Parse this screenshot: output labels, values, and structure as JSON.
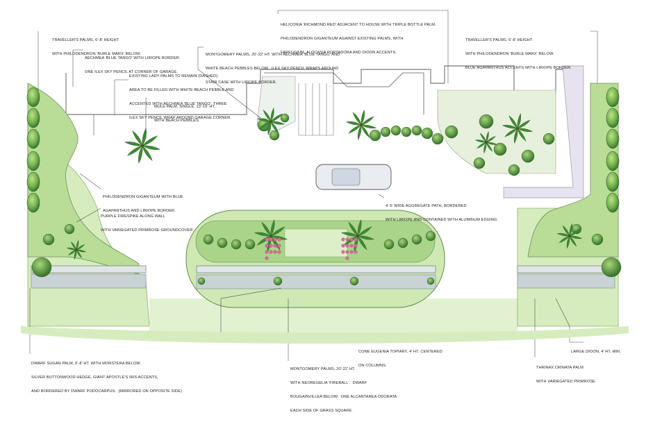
{
  "colors": {
    "lawn": "#cfe8b4",
    "lawn_light": "#e2f1cf",
    "hedge": "#6fae4a",
    "hedge_dark": "#2f6b2a",
    "palm": "#3f8a34",
    "pebble": "#eef2ee",
    "wall": "#c9d3d6",
    "bougainvillea": "#d86aa0",
    "leader": "#444444",
    "ink": "#222222",
    "car": "#e9edf2"
  },
  "annotations": {
    "travellers_left": [
      "TRAVELLER'S PALMS, 6'-8' HEIGHT",
      "WITH PHILODENDRON 'BURLE MARX' BELOW."
    ],
    "aechmea_left": [
      "AECHMEA 'BLUE TANGO' WITH LIRIOPE BORDER.",
      "ONE ILEX SKY PENCIL AT CORNER OF GARAGE."
    ],
    "lady_palms": [
      "EXISTING LADY PALMS TO REMAIN (DASHED).",
      "AREA TO BE FILLED WITH WHITE BEACH PEBBLE AND",
      "ACCENTED WITH AECHMEA 'BLUE TANGO'. THREE",
      "ILEX SKY PENCIL WRAP AROUND GARAGE CORNER."
    ],
    "mule_palm": [
      "MULE PALM, SINGLE, 13'-16' HT.",
      "WITH BEACH PEBBLES."
    ],
    "montgomery_top": [
      "MONTGOMERY PALMS, 20'-22' HT. WITH AECHMEA 'BLUE TANGO' AND",
      "WHITE BEACH PEBBLES BELOW.  ILEX SKY PENCIL WRAPS AROUND",
      "STAIR CASE WITH LIRIOPE BORDER."
    ],
    "heliconia": [
      "HELICONIA 'RICHMOND RED' ADJACENT TO HOUSE WITH TRIPLE BOTTLE PALM.",
      "PHILODENDRON GIGANTEUM AGAINST EXISTING PALMS, WITH",
      "FARFUGIUM, ALOCASIA PORTADORA AND DIOON ACCENTS."
    ],
    "travellers_right": [
      "TRAVELLER'S PALMS, 6'-8' HEIGHT",
      "WITH PHILODENDRON 'BURLE MARX' BELOW.",
      "BLUE AGAPANTHUS ACCENTS WITH LIRIOPE BORDER."
    ],
    "philodendron": [
      "PHILODENDRON GIGANTEUM WITH BLUE",
      "AGAPANTHUS AND LIRIOPE BORDER."
    ],
    "firespike": [
      "PURPLE FIRESPIKE ALONG WALL",
      "WITH VARIEGATED PRIMROSE GROUNDCOVER."
    ],
    "aggregate_path": [
      "4'-5' WIDE AGGREGATE PATH, BORDERED",
      "WITH LIRIOPE AND CONTAINED WITH ALUMINUM EDGING."
    ],
    "cone_eugenia": [
      "CONE EUGENIA TOPIARY, 4' HT. CENTERED",
      "ON COLUMNS."
    ],
    "large_dioon": [
      "LARGE DIOON, 4' HT. MIN."
    ],
    "dwarf_sugar": [
      "DWARF SUGAR PALM, 6'-8' HT. WITH MONSTERA BELOW.",
      "SILVER BUTTONWOOD HEDGE, GIANT APOSTLE'S IRIS ACCENTS,",
      "AND BORDERED BY DWARF PODOCARPUS.  (MIRRORED ON OPPOSITE SIDE)"
    ],
    "montgomery_bottom": [
      "MONTGOMERY PALMS, 20'-22' HT.",
      "WITH NEOREGELIA 'FIREBALL'.  DWARF",
      "BOUGAINVILLEA BELOW.  ONE ALCANTAREA ODORATA",
      "EACH SIDE OF GRASS SQUARE."
    ],
    "thrinax": [
      "THRINAX CRINATA PALM",
      "WITH VARIEGATED PRIMROSE."
    ]
  }
}
